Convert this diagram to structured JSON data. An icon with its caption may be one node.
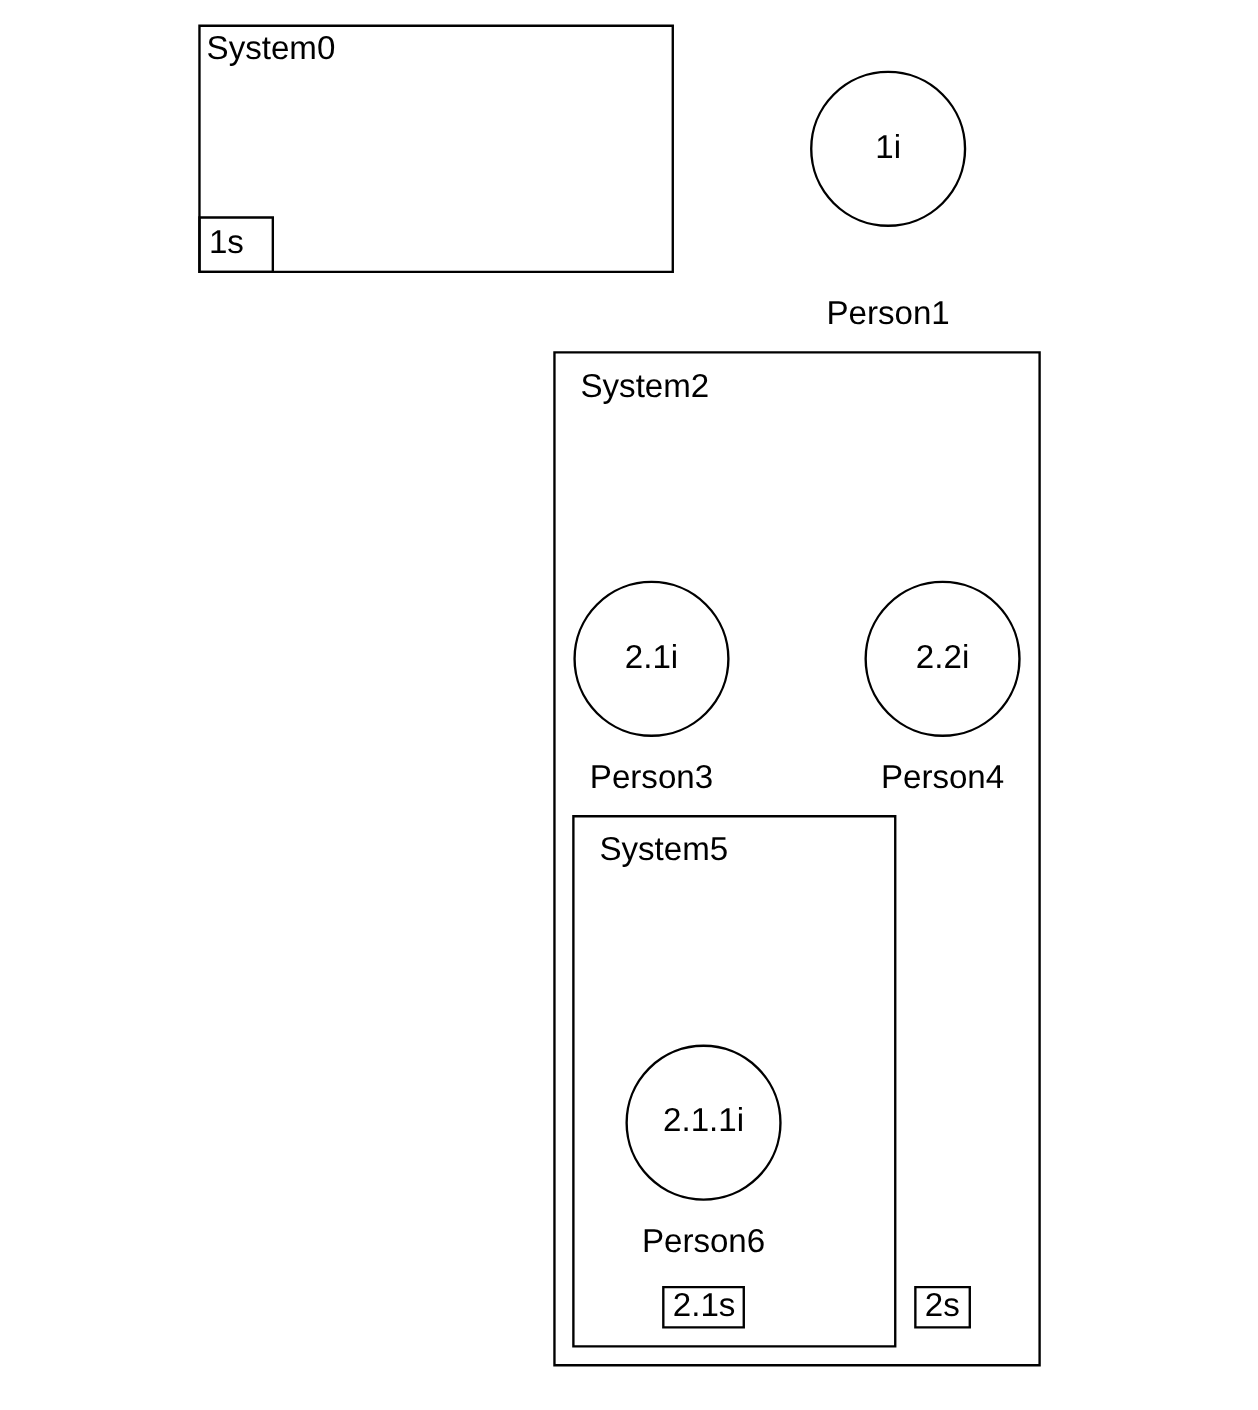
{
  "diagram": {
    "nodes": [
      {
        "text": [
          "System0",
          "1s"
        ]
      },
      {
        "text": [
          "1i"
        ],
        "beside": [
          "Person1"
        ]
      },
      {
        "text": [
          "System2",
          "2s"
        ]
      },
      {
        "text": [
          "2.1i"
        ],
        "beside": [
          "Person3"
        ],
        "in": 2
      },
      {
        "text": [
          "2.2i"
        ],
        "beside": [
          "Person4"
        ],
        "in": 2
      },
      {
        "text": [
          "System5",
          "2.1s"
        ],
        "in": 2
      },
      {
        "text": [
          "2.1.1i"
        ],
        "beside": [
          "Person6"
        ],
        "in": 5
      }
    ],
    "edges": []
  }
}
